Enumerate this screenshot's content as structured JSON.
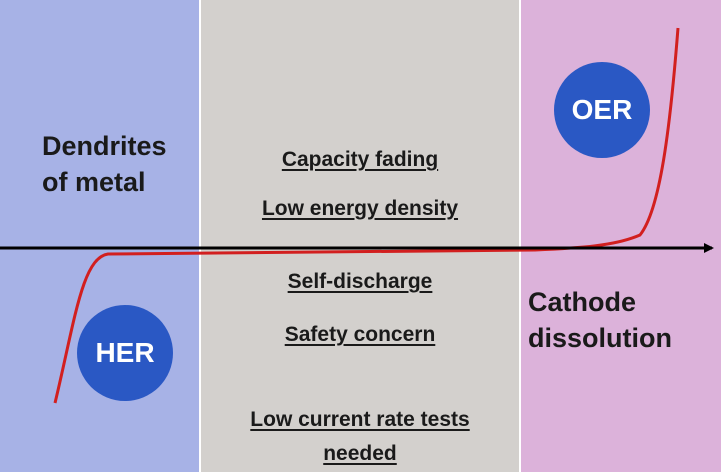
{
  "zones": {
    "left": {
      "color": "#a7b2e6",
      "label_lines": [
        "Dendrites",
        "of metal"
      ]
    },
    "middle": {
      "color": "#d3d0cd",
      "issues": [
        "Capacity fading",
        "Low energy density",
        "Self-discharge",
        "Safety concern"
      ],
      "footnote_lines": [
        "Low current rate tests",
        "needed"
      ]
    },
    "right": {
      "color": "#dcb2da",
      "label_lines": [
        "Cathode",
        "dissolution"
      ]
    }
  },
  "badges": {
    "her": "HER",
    "oer": "OER",
    "color": "#2a58c4"
  },
  "curve_color": "#d21f1f",
  "axis_color": "#000000"
}
